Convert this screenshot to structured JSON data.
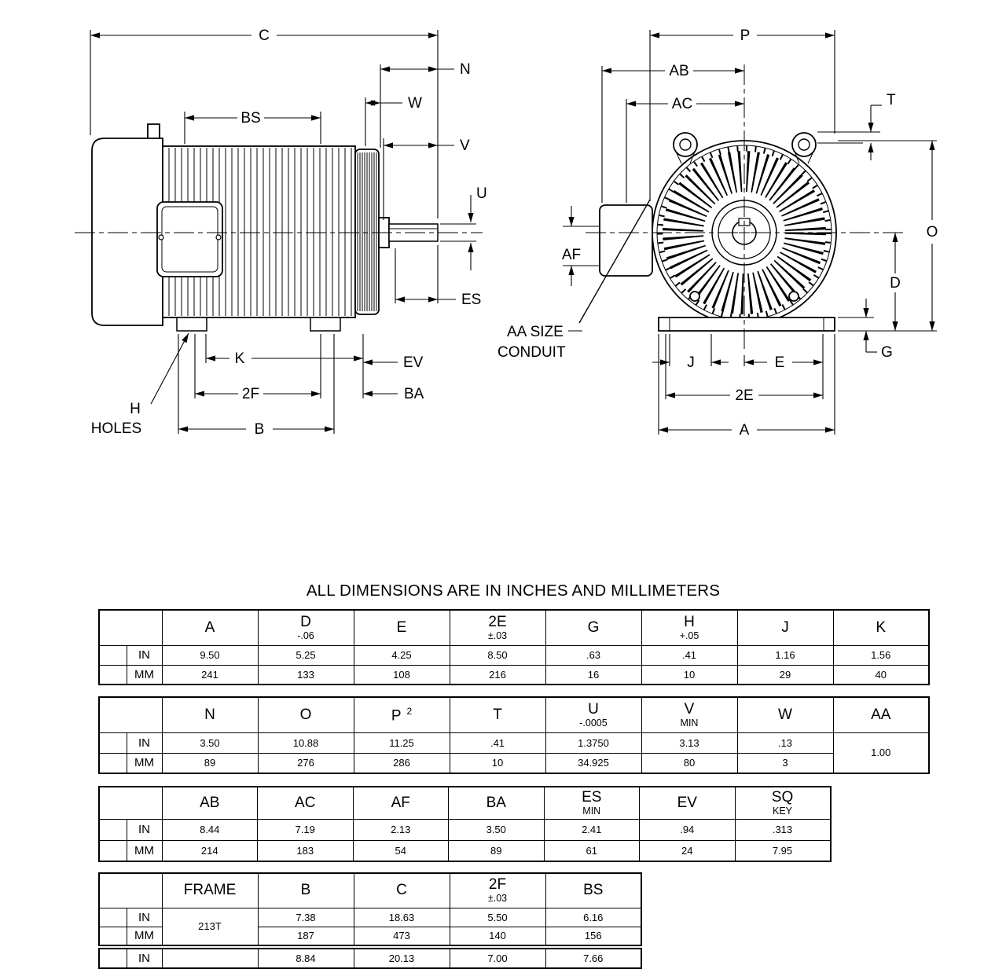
{
  "title": "ALL DIMENSIONS ARE IN INCHES AND MILLIMETERS",
  "row_labels": {
    "in": "IN",
    "mm": "MM"
  },
  "diagram": {
    "side": {
      "C": "C",
      "N": "N",
      "BS": "BS",
      "W": "W",
      "V": "V",
      "U": "U",
      "ES": "ES",
      "EV": "EV",
      "BA": "BA",
      "K": "K",
      "F2": "2F",
      "B": "B",
      "H": "H",
      "HOLES": "HOLES"
    },
    "front": {
      "P": "P",
      "AB": "AB",
      "AC": "AC",
      "T": "T",
      "O": "O",
      "D": "D",
      "G": "G",
      "AF": "AF",
      "AA1": "AA SIZE",
      "AA2": "CONDUIT",
      "J": "J",
      "E": "E",
      "E2": "2E",
      "A": "A"
    }
  },
  "t1": {
    "h": [
      [
        "A",
        ""
      ],
      [
        "D",
        "-.06"
      ],
      [
        "E",
        ""
      ],
      [
        "2E",
        "±.03"
      ],
      [
        "G",
        ""
      ],
      [
        "H",
        "+.05"
      ],
      [
        "J",
        ""
      ],
      [
        "K",
        ""
      ]
    ],
    "in": [
      "9.50",
      "5.25",
      "4.25",
      "8.50",
      ".63",
      ".41",
      "1.16",
      "1.56"
    ],
    "mm": [
      "241",
      "133",
      "108",
      "216",
      "16",
      "10",
      "29",
      "40"
    ]
  },
  "t2": {
    "h": [
      [
        "N",
        ""
      ],
      [
        "O",
        ""
      ],
      [
        "P",
        ""
      ],
      [
        "T",
        ""
      ],
      [
        "U",
        "-.0005"
      ],
      [
        "V",
        "MIN"
      ],
      [
        "W",
        ""
      ],
      [
        "AA",
        ""
      ]
    ],
    "p_sup": "2",
    "in": [
      "3.50",
      "10.88",
      "11.25",
      ".41",
      "1.3750",
      "3.13",
      ".13"
    ],
    "mm": [
      "89",
      "276",
      "286",
      "10",
      "34.925",
      "80",
      "3"
    ],
    "aa": "1.00"
  },
  "t3": {
    "h": [
      [
        "AB",
        ""
      ],
      [
        "AC",
        ""
      ],
      [
        "AF",
        ""
      ],
      [
        "BA",
        ""
      ],
      [
        "ES",
        "MIN"
      ],
      [
        "EV",
        ""
      ],
      [
        "SQ",
        "KEY"
      ]
    ],
    "in": [
      "8.44",
      "7.19",
      "2.13",
      "3.50",
      "2.41",
      ".94",
      ".313"
    ],
    "mm": [
      "214",
      "183",
      "54",
      "89",
      "61",
      "24",
      "7.95"
    ]
  },
  "t4": {
    "frame_label": "FRAME",
    "h": [
      [
        "B",
        ""
      ],
      [
        "C",
        ""
      ],
      [
        "2F",
        "±.03"
      ],
      [
        "BS",
        ""
      ]
    ],
    "frame1": "213T",
    "in1": [
      "7.38",
      "18.63",
      "5.50",
      "6.16"
    ],
    "mm1": [
      "187",
      "473",
      "140",
      "156"
    ],
    "in2": [
      "8.84",
      "20.13",
      "7.00",
      "7.66"
    ]
  }
}
